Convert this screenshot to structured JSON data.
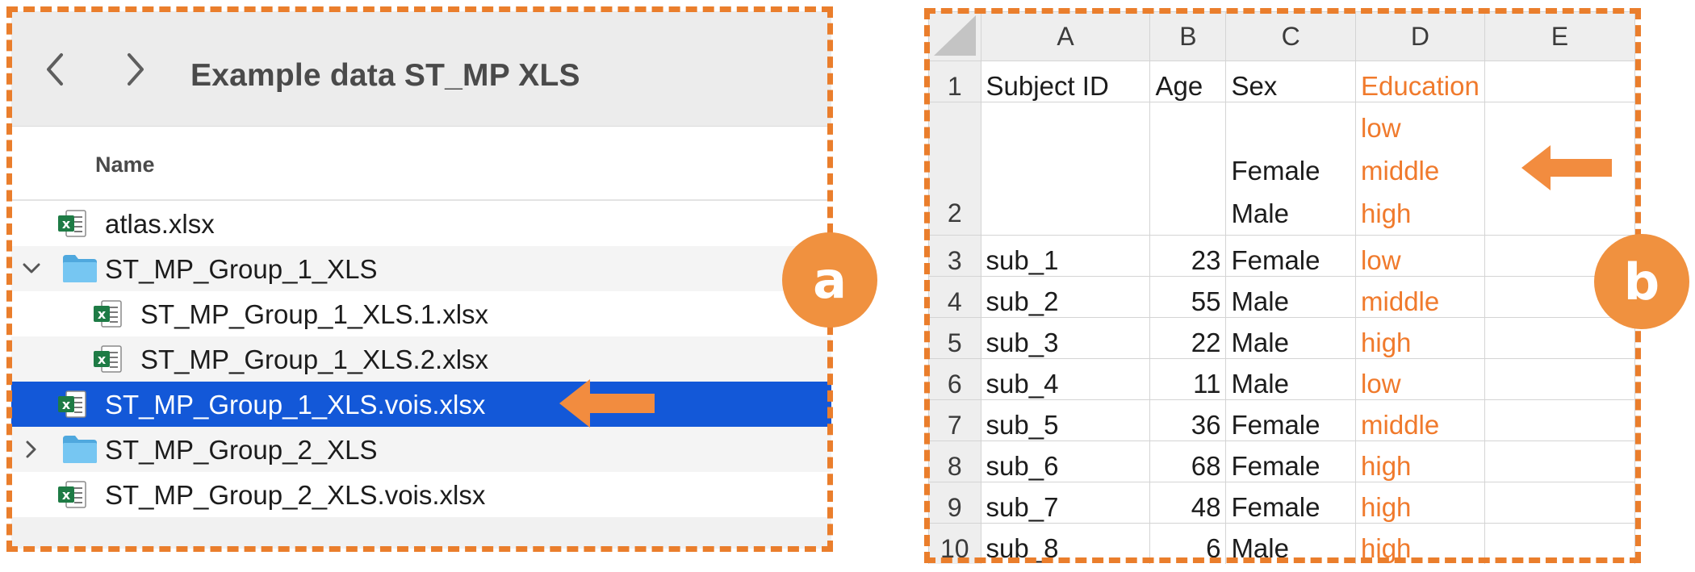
{
  "finder": {
    "title": "Example data ST_MP XLS",
    "back_icon": "chevron-left-icon",
    "forward_icon": "chevron-right-icon",
    "column_header": "Name",
    "items": [
      {
        "name": "atlas.xlsx",
        "type": "xlsx",
        "indent": 0,
        "disclosure": "",
        "selected": false
      },
      {
        "name": "ST_MP_Group_1_XLS",
        "type": "folder",
        "indent": 0,
        "disclosure": "expanded",
        "selected": false
      },
      {
        "name": "ST_MP_Group_1_XLS.1.xlsx",
        "type": "xlsx",
        "indent": 1,
        "disclosure": "",
        "selected": false
      },
      {
        "name": "ST_MP_Group_1_XLS.2.xlsx",
        "type": "xlsx",
        "indent": 1,
        "disclosure": "",
        "selected": false
      },
      {
        "name": "ST_MP_Group_1_XLS.vois.xlsx",
        "type": "xlsx",
        "indent": 0,
        "disclosure": "",
        "selected": true
      },
      {
        "name": "ST_MP_Group_2_XLS",
        "type": "folder",
        "indent": 0,
        "disclosure": "collapsed",
        "selected": false
      },
      {
        "name": "ST_MP_Group_2_XLS.vois.xlsx",
        "type": "xlsx",
        "indent": 0,
        "disclosure": "",
        "selected": false
      }
    ]
  },
  "spreadsheet": {
    "column_headers": [
      "A",
      "B",
      "C",
      "D",
      "E"
    ],
    "row1": {
      "row_num": "1",
      "a": "Subject ID",
      "b": "Age",
      "c": "Sex",
      "d": "Education",
      "e": ""
    },
    "row2": {
      "row_num": "2",
      "c_lines": [
        "Female",
        "Male"
      ],
      "d_lines": [
        "low",
        "middle",
        "high"
      ]
    },
    "rows": [
      {
        "row_num": "3",
        "id": "sub_1",
        "age": "23",
        "sex": "Female",
        "edu": "low"
      },
      {
        "row_num": "4",
        "id": "sub_2",
        "age": "55",
        "sex": "Male",
        "edu": "middle"
      },
      {
        "row_num": "5",
        "id": "sub_3",
        "age": "22",
        "sex": "Male",
        "edu": "high"
      },
      {
        "row_num": "6",
        "id": "sub_4",
        "age": "11",
        "sex": "Male",
        "edu": "low"
      },
      {
        "row_num": "7",
        "id": "sub_5",
        "age": "36",
        "sex": "Female",
        "edu": "middle"
      },
      {
        "row_num": "8",
        "id": "sub_6",
        "age": "68",
        "sex": "Female",
        "edu": "high"
      },
      {
        "row_num": "9",
        "id": "sub_7",
        "age": "48",
        "sex": "Female",
        "edu": "high"
      }
    ],
    "partial_row": {
      "row_num": "10",
      "id": "sub_8",
      "age": "6",
      "sex": "Male",
      "edu": "high"
    }
  },
  "annotations": {
    "label_a": "a",
    "label_b": "b",
    "arrow_icon": "arrow-left-icon"
  },
  "colors": {
    "accent_orange": "#ea7e2c",
    "badge_orange": "#f0913f",
    "selection_blue": "#1358d8",
    "excel_green": "#1e7b45",
    "folder_blue": "#5bb8ea"
  }
}
